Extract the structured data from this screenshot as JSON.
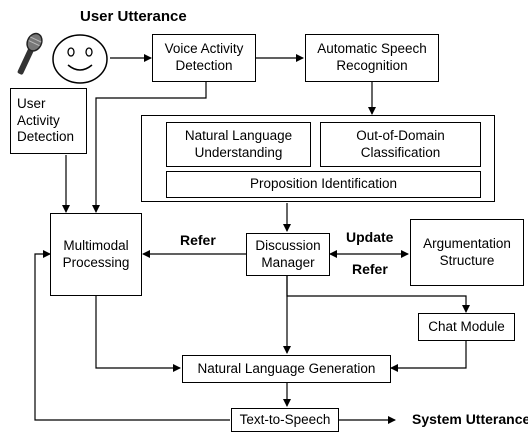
{
  "labels": {
    "user_utterance": "User Utterance",
    "system_utterance": "System Utterance",
    "refer_left": "Refer",
    "update": "Update",
    "refer_right": "Refer"
  },
  "boxes": {
    "vad": "Voice Activity\nDetection",
    "asr": "Automatic Speech\nRecognition",
    "user_activity": "User\nActivity\nDetection",
    "nlu": "Natural Language\nUnderstanding",
    "ood": "Out-of-Domain\nClassification",
    "prop": "Proposition Identification",
    "multimodal": "Multimodal\nProcessing",
    "discussion": "Discussion\nManager",
    "argumentation": "Argumentation\nStructure",
    "chat": "Chat Module",
    "nlg": "Natural Language Generation",
    "tts": "Text-to-Speech"
  },
  "icons": [
    "microphone-icon",
    "smiley-face-icon"
  ]
}
